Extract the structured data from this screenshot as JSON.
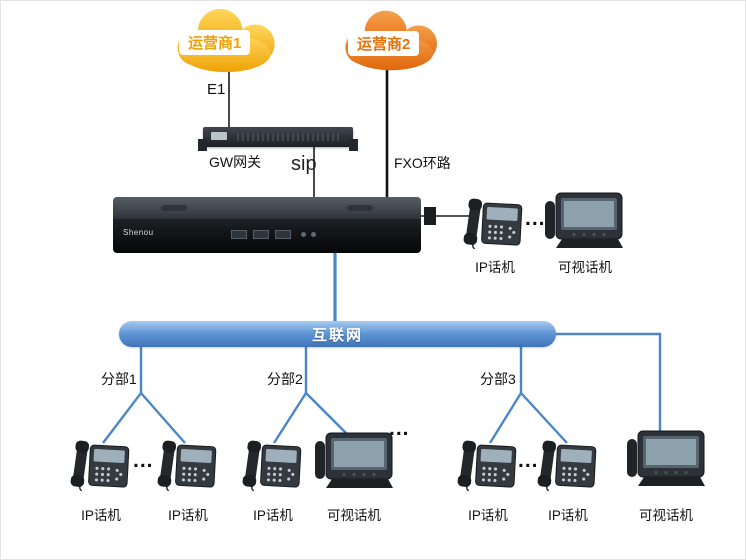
{
  "clouds": [
    {
      "label": "运营商1"
    },
    {
      "label": "运营商2"
    }
  ],
  "links": {
    "e1": "E1",
    "sip": "sip",
    "fxo": "FXO环路"
  },
  "gateway": {
    "label": "GW网关"
  },
  "pbx": {
    "brand": "Shenou"
  },
  "internet": {
    "label": "互联网"
  },
  "branches": [
    {
      "label": "分部1"
    },
    {
      "label": "分部2"
    },
    {
      "label": "分部3"
    }
  ],
  "phones": {
    "hq_ip": "IP话机",
    "hq_video": "可视话机",
    "b1_ip1": "IP话机",
    "b1_ip2": "IP话机",
    "b2_ip": "IP话机",
    "b2_video": "可视话机",
    "b3_ip1": "IP话机",
    "b3_ip2": "IP话机",
    "remote_video": "可视话机"
  },
  "ellipsis": "...",
  "colors": {
    "carrier1_cloud": "#f2a705",
    "carrier2_cloud": "#e8720c",
    "internet_bar": "#4a86c8",
    "line_blue": "#4a86c8",
    "line_black": "#1c1c1c"
  }
}
